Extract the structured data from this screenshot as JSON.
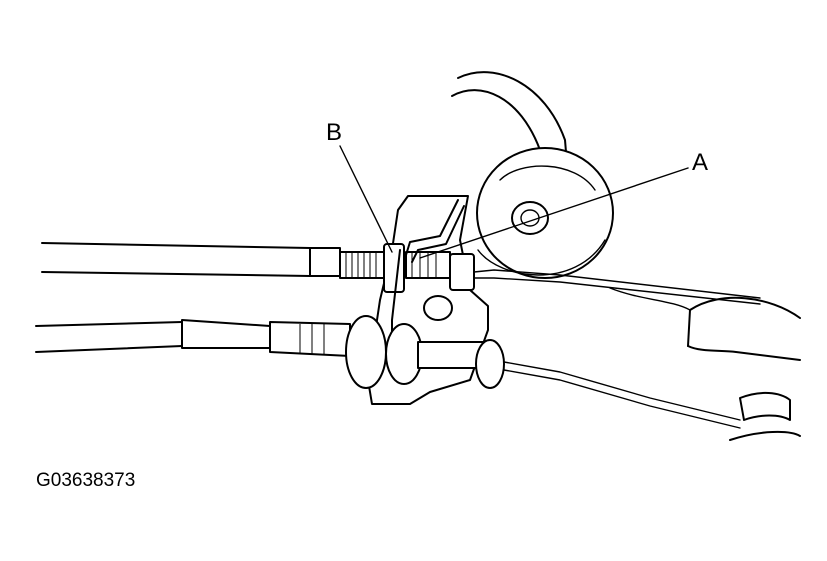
{
  "diagram": {
    "callouts": {
      "a": "A",
      "b": "B"
    },
    "figure_code": "G03638373"
  }
}
